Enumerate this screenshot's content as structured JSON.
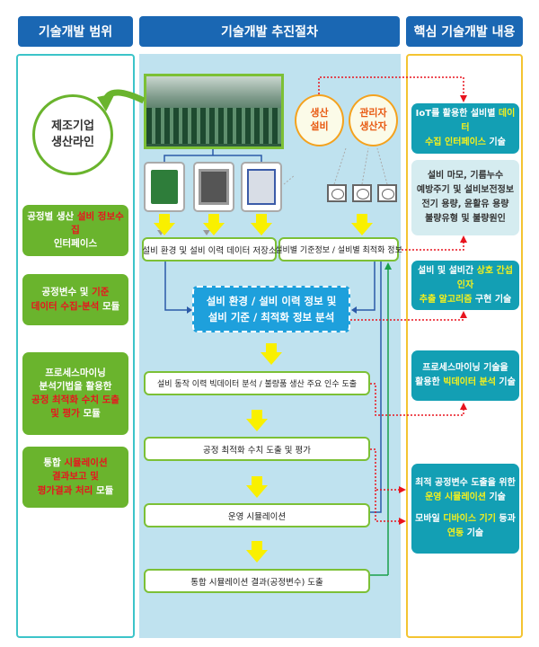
{
  "headers": {
    "scope": "기술개발 범위",
    "process": "기술개발 추진절차",
    "core": "핵심 기술개발 내용"
  },
  "left": {
    "circle": [
      "제조기업",
      "생산라인"
    ],
    "boxes": [
      {
        "a": "공정별 생산 ",
        "b": "설비 정보수집",
        "c": "인터페이스"
      },
      {
        "a": "공정변수 및 ",
        "b": "기준",
        "c": "데이터 수집-분석",
        "d": " 모듈"
      },
      {
        "a": "프로세스마이닝",
        "b": "분석기법을 활용한",
        "c": "공정 최적화 수치 도출",
        "d": "및 평가",
        "e": " 모듈"
      },
      {
        "a": "통합 ",
        "b": "시뮬레이션",
        "c": "결과보고 및",
        "d": "평가결과 처리",
        "e": " 모듈"
      }
    ]
  },
  "middle": {
    "circle1": [
      "생산",
      "설비"
    ],
    "circle2": [
      "관리자",
      "생산자"
    ],
    "storage": "설비 환경 및 설비 이력 데이터 저장소",
    "reference": "설비별 기준정보 / 설비별 최적화 정보",
    "analysis": [
      "설비 환경 / 설비 이력 정보 및",
      "설비 기준 / 최적화 정보 분석"
    ],
    "steps": [
      "설비 동작 이력 빅데이터 분석 / 불량품 생산 주요 인수 도출",
      "공정 최적화 수치 도출 및 평가",
      "운영 시뮬레이션",
      "통합 시뮬레이션 결과(공정변수) 도출"
    ]
  },
  "right": {
    "b1": {
      "a": "IoT를 활용한 설비별 ",
      "b": "데이터",
      "c": "수집 인터페이스",
      "d": " 기술"
    },
    "b2": [
      "설비 마모, 기름누수",
      "예방주기 및 설비보전정보",
      "전기 용량, 윤활유 용량",
      "불량유형 및 불량원인"
    ],
    "b3": {
      "a": "설비 및 설비간 ",
      "b": "상호 간섭인자",
      "c": "추출 알고리즘",
      "d": " 구현 기술"
    },
    "b4": {
      "a": "프로세스마이닝 기술을",
      "b": "활용한 ",
      "c": "빅데이터 분석",
      "d": " 기술"
    },
    "b5": {
      "a": "최적 공정변수 도출을 위한",
      "b": "운영 시뮬레이션",
      "c": " 기술",
      "d": "모바일 ",
      "e": "디바이스 기기",
      "f": " 등과",
      "g": "연동",
      "h": " 기술"
    }
  },
  "colors": {
    "header": "#1a67b3",
    "green": "#6ab42d",
    "teal": "#139fb4",
    "yellow": "#f9f000",
    "red": "#e8141e"
  }
}
